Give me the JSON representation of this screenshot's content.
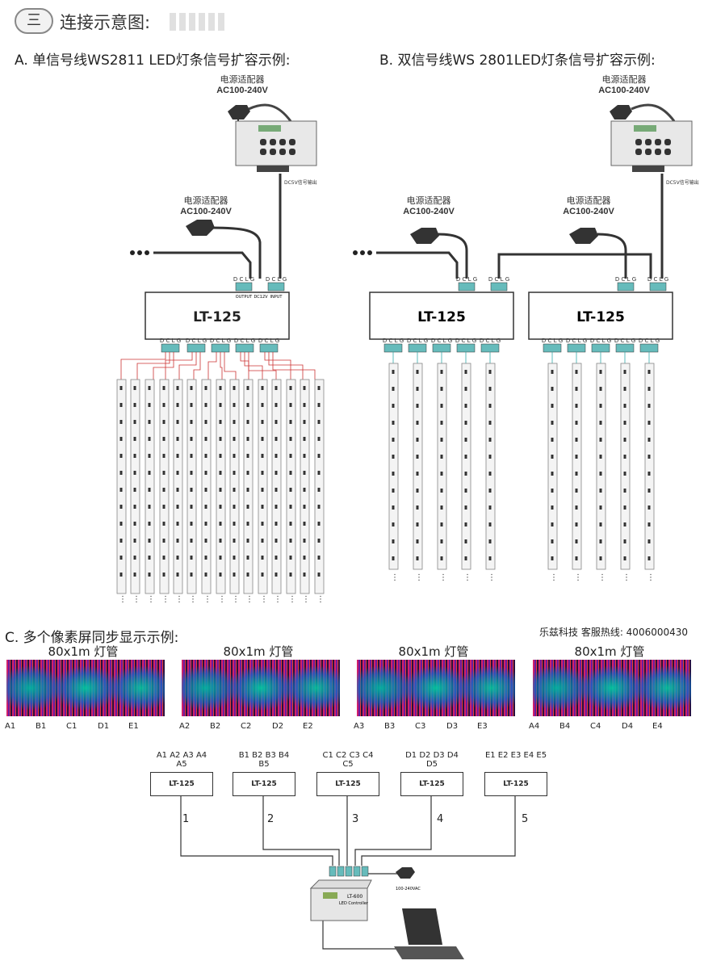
{
  "header": {
    "number": "三",
    "title": "连接示意图:"
  },
  "sectionA": {
    "title": "A. 单信号线WS2811 LED灯条信号扩容示例:"
  },
  "sectionB": {
    "title": "B. 双信号线WS 2801LED灯条信号扩容示例:"
  },
  "sectionC": {
    "title": "C. 多个像素屏同步显示示例:"
  },
  "hotline": "乐兹科技 客服热线: 4006000430",
  "adapter": {
    "name": "电源适配器",
    "voltage": "AC100-240V"
  },
  "controller_small_label": "DC5V信号输出",
  "lt125": {
    "name": "LT-125",
    "port_label": "D C L G",
    "output_label": "OUTPUT",
    "input_label": "INPUT",
    "dc_label": "DC12V"
  },
  "tube_title": "80x1m 灯管",
  "tube_groups": [
    {
      "labels": [
        "A1",
        "B1",
        "C1",
        "D1",
        "E1"
      ]
    },
    {
      "labels": [
        "A2",
        "B2",
        "C2",
        "D2",
        "E2"
      ]
    },
    {
      "labels": [
        "A3",
        "B3",
        "C3",
        "D3",
        "E3"
      ]
    },
    {
      "labels": [
        "A4",
        "B4",
        "C4",
        "D4",
        "E4"
      ]
    }
  ],
  "c_units": [
    {
      "name": "LT-125",
      "ports": "A1 A2 A3 A4 A5",
      "line": "1"
    },
    {
      "name": "LT-125",
      "ports": "B1 B2 B3 B4 B5",
      "line": "2"
    },
    {
      "name": "LT-125",
      "ports": "C1 C2 C3 C4 C5",
      "line": "3"
    },
    {
      "name": "LT-125",
      "ports": "D1 D2 D3 D4 D5",
      "line": "4"
    },
    {
      "name": "LT-125",
      "ports": "E1 E2 E3 E4 E5",
      "line": "5"
    }
  ],
  "main_controller": {
    "name": "LT-600",
    "subtitle": "LED Controller",
    "power": "100-240VAC"
  }
}
